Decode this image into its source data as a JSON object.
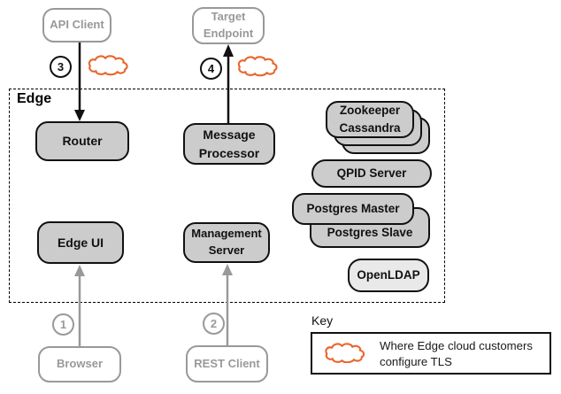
{
  "zone": {
    "label": "Edge"
  },
  "nodes": {
    "api_client": {
      "label": "API Client"
    },
    "target_endpoint": {
      "label": "Target Endpoint"
    },
    "router": {
      "label": "Router"
    },
    "message_processor": {
      "label": "Message Processor"
    },
    "zookeeper": {
      "label": "Zookeeper"
    },
    "cassandra": {
      "label": "Cassandra"
    },
    "qpid_server": {
      "label": "QPID Server"
    },
    "postgres_master": {
      "label": "Postgres Master"
    },
    "postgres_slave": {
      "label": "Postgres Slave"
    },
    "openldap": {
      "label": "OpenLDAP"
    },
    "edge_ui": {
      "label": "Edge UI"
    },
    "management_server": {
      "label": "Management Server"
    },
    "browser": {
      "label": "Browser"
    },
    "rest_client": {
      "label": "REST Client"
    }
  },
  "markers": {
    "step1": "1",
    "step2": "2",
    "step3": "3",
    "step4": "4"
  },
  "key": {
    "title": "Key",
    "tls_cloud_label": "Where Edge cloud customers configure TLS"
  },
  "colors": {
    "tls_cloud_stroke": "#E8662D",
    "component_fill": "#CCCCCC",
    "openldap_fill": "#E9E9E9",
    "external_gray": "#999999",
    "line_black": "#111111"
  }
}
